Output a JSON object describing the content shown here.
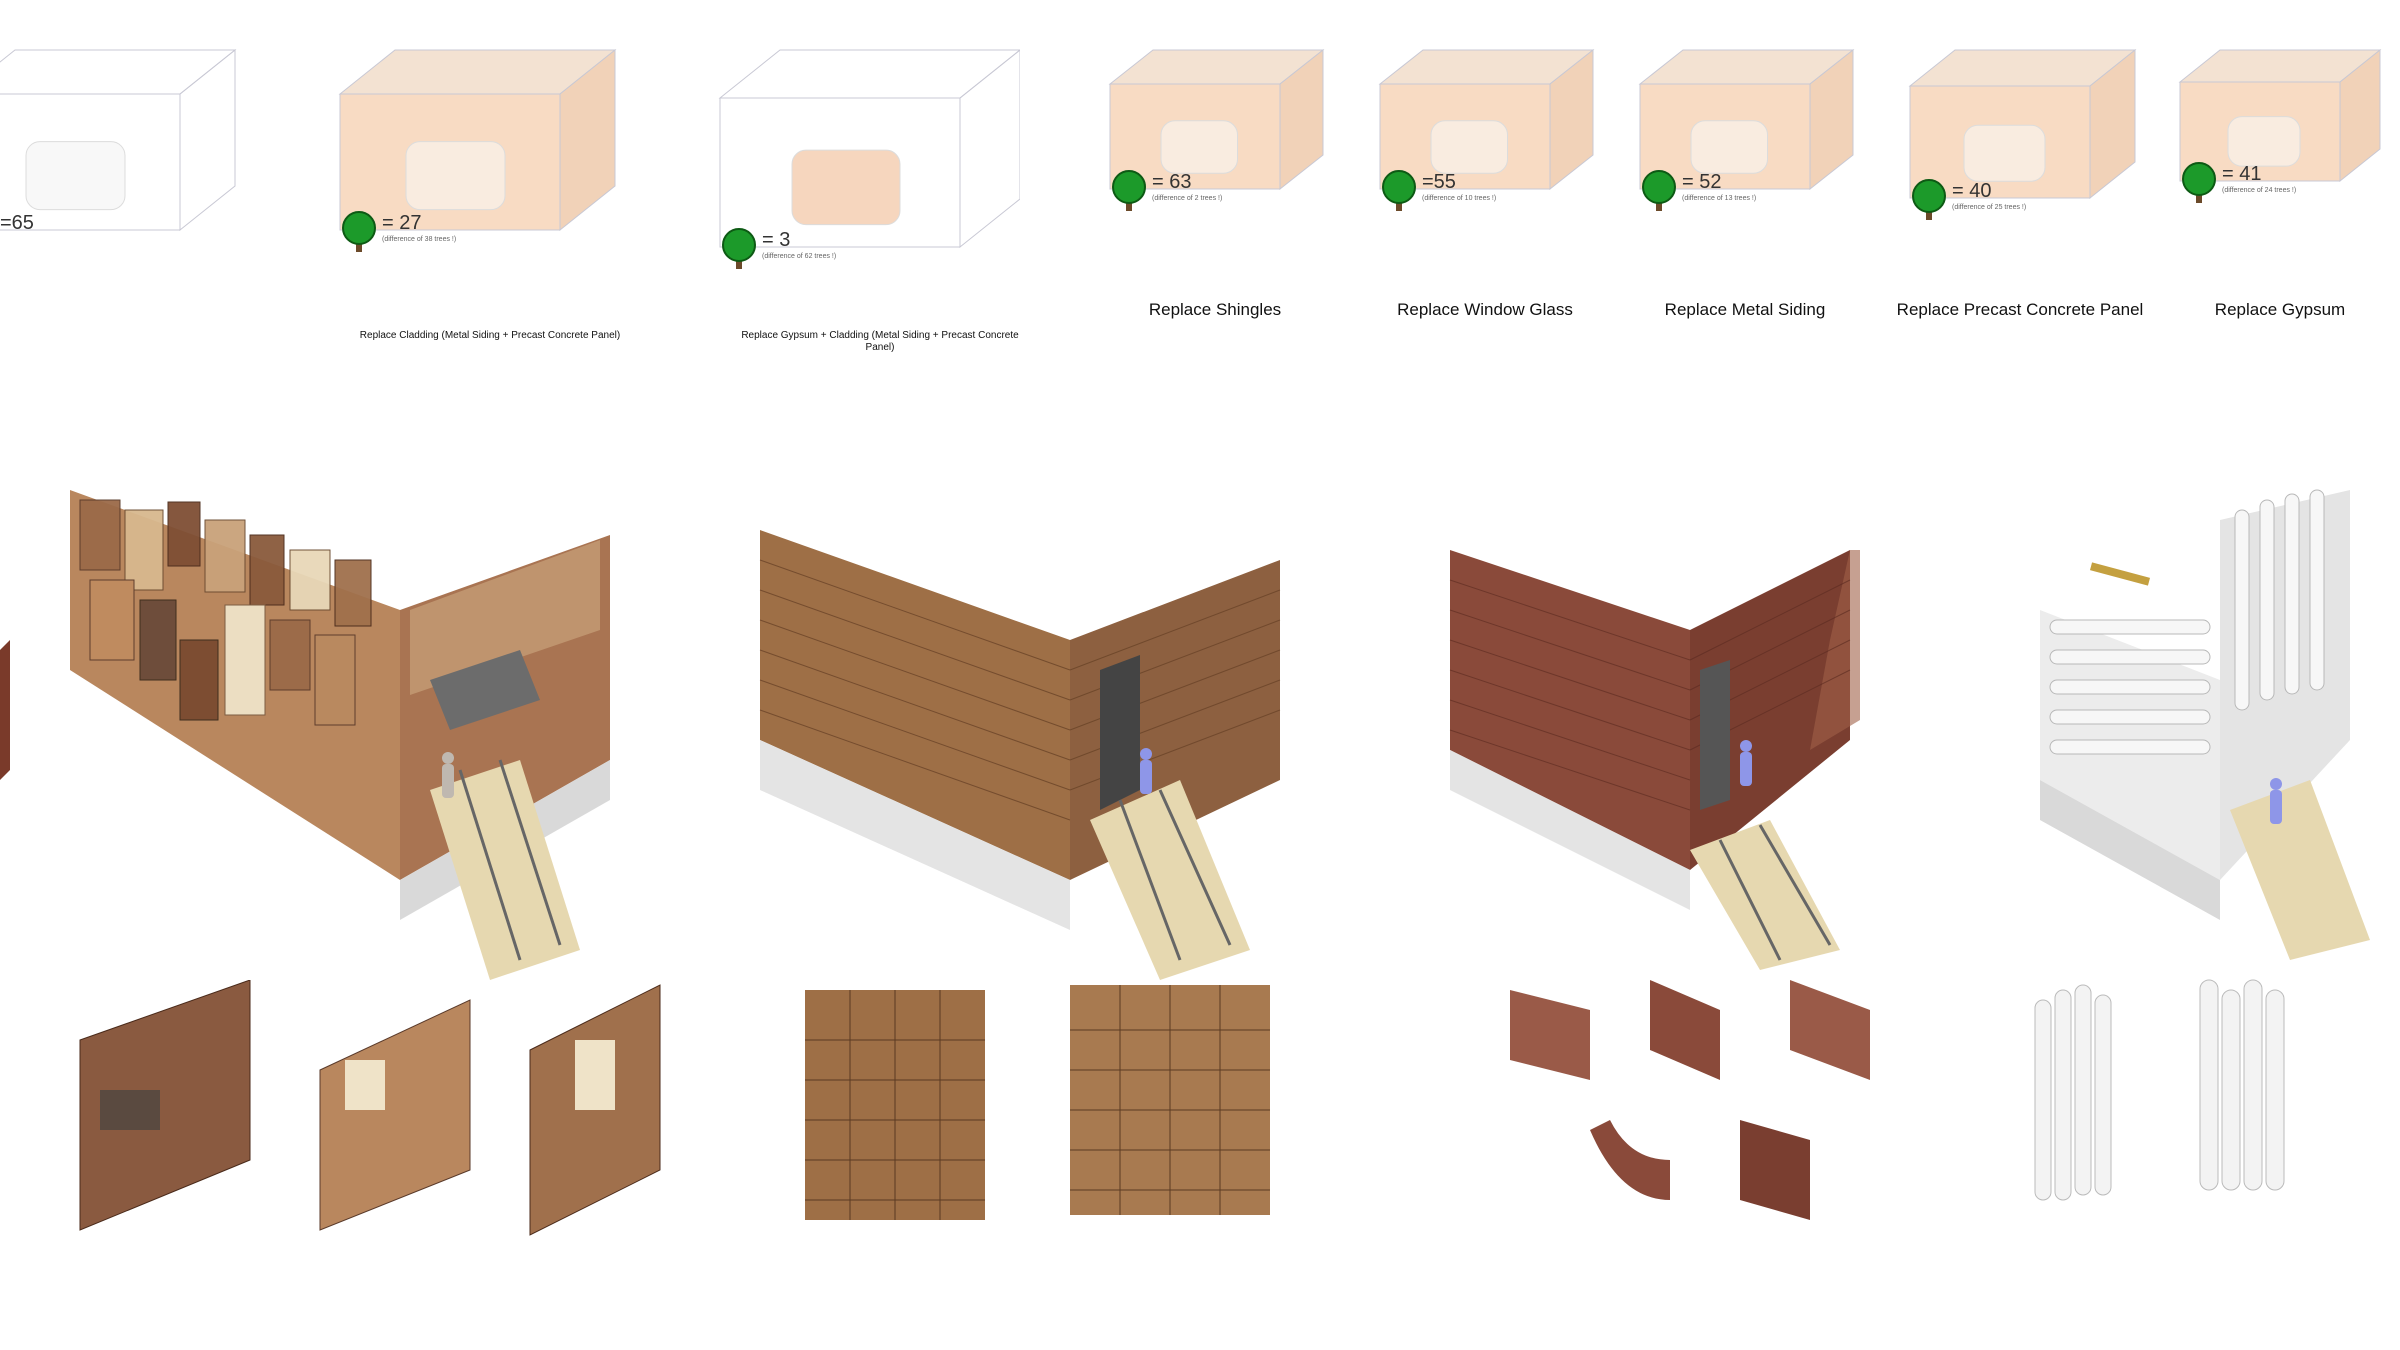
{
  "top_row": [
    {
      "score": "=65",
      "note": "",
      "caption": ""
    },
    {
      "score": "= 27",
      "note": "(difference of 38 trees !)",
      "caption": "Replace Cladding (Metal Siding + Precast Concrete Panel)"
    },
    {
      "score": "= 3",
      "note": "(difference of 62 trees !)",
      "caption": "Replace Gypsum + Cladding (Metal Siding + Precast Concrete Panel)"
    },
    {
      "score": "= 63",
      "note": "(difference of 2 trees !)",
      "caption": "Replace Shingles"
    },
    {
      "score": "=55",
      "note": "(difference of 10 trees !)",
      "caption": "Replace Window Glass"
    },
    {
      "score": "= 52",
      "note": "(difference of 13 trees !)",
      "caption": "Replace Metal Siding"
    },
    {
      "score": "= 40",
      "note": "(difference of 25 trees !)",
      "caption": "Replace Precast Concrete Panel"
    },
    {
      "score": "= 41",
      "note": "(difference of 24 trees !)",
      "caption": "Replace Gypsum"
    }
  ],
  "colors": {
    "tree_green": "#1c9a2a",
    "tree_trunk": "#6b4a2a",
    "box_fill": "#f7d7bd",
    "door_wood": "#b8845a",
    "shingle": "#a8784c",
    "brick": "#8a4a3a",
    "pipe_white": "#f2f2f2"
  },
  "icons": [
    "tree-icon",
    "isometric-box-icon",
    "person-figure-icon"
  ]
}
